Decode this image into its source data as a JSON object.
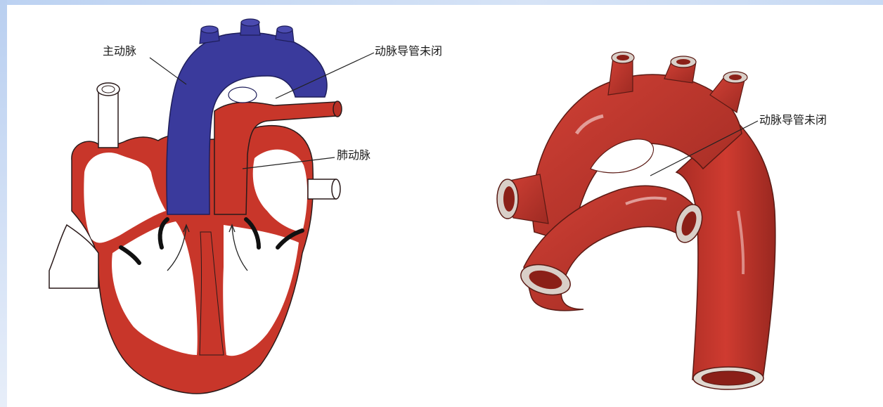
{
  "labels": {
    "aorta": "主动脉",
    "ductus_left": "动脉导管未闭",
    "pulmonary_artery": "肺动脉",
    "ductus_right": "动脉导管未闭"
  },
  "colors": {
    "aorta_blue": "#3a3a9c",
    "artery_red": "#c8362a",
    "artery_dark_red": "#9e2a22",
    "outline": "#2a1a1a",
    "valve_black": "#111111",
    "frame_blue": "#c6d8f3"
  }
}
